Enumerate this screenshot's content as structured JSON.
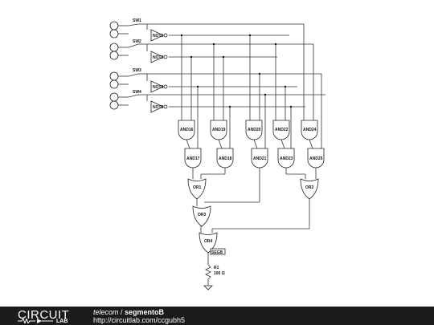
{
  "switches": [
    {
      "label": "SW1"
    },
    {
      "label": "SW2"
    },
    {
      "label": "SW3"
    },
    {
      "label": "SW4"
    }
  ],
  "not_gates": [
    {
      "label": "NOT1"
    },
    {
      "label": "NOT2"
    },
    {
      "label": "NOT3"
    },
    {
      "label": "NOT5"
    }
  ],
  "and_row1": [
    {
      "label": "AND16"
    },
    {
      "label": "AND19"
    },
    {
      "label": "AND20"
    },
    {
      "label": "AND22"
    },
    {
      "label": "AND24"
    }
  ],
  "and_row2": [
    {
      "label": "AND17"
    },
    {
      "label": "AND18"
    },
    {
      "label": "AND21"
    },
    {
      "label": "AND23"
    },
    {
      "label": "AND25"
    }
  ],
  "or_gates": {
    "or1": "OR1",
    "or2": "OR2",
    "or3": "OR3",
    "or4": "OR4"
  },
  "output": {
    "probe": "SEGB",
    "resistor": "R1",
    "resistance": "100 Ω"
  },
  "footer": {
    "logo_top": "CIRCUIT",
    "logo_bottom": "LAB",
    "user": "telecom",
    "separator": " / ",
    "circuit_name": "segmentoB",
    "url": "http://circuitlab.com/ccgubh5"
  }
}
